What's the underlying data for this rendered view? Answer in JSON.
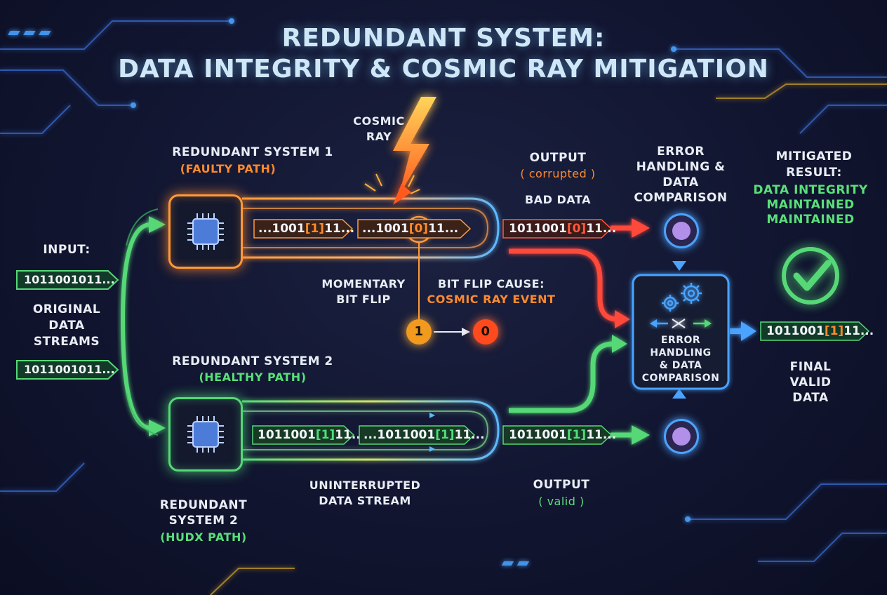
{
  "title": {
    "line1": "REDUNDANT SYSTEM:",
    "line2": "DATA INTEGRITY & COSMIC RAY MITIGATION"
  },
  "input": {
    "label": "INPUT:",
    "stream_top": "1011001011...",
    "streams_label_1": "ORIGINAL",
    "streams_label_2": "DATA",
    "streams_label_3": "STREAMS",
    "stream_bottom": "1011001011..."
  },
  "cosmic": {
    "line1": "COSMIC",
    "line2": "RAY"
  },
  "system1": {
    "title": "REDUNDANT SYSTEM 1",
    "subtitle": "(FAULTY PATH)",
    "stream_a_pre": "...1001",
    "stream_a_bit": "[1]",
    "stream_a_post": "11...",
    "stream_b_pre": "...1001",
    "stream_b_bit": "[0]",
    "stream_b_post": "11..."
  },
  "flip": {
    "momentary_1": "MOMENTARY",
    "momentary_2": "BIT FLIP",
    "cause_1": "BIT FLIP CAUSE:",
    "cause_2": "COSMIC RAY EVENT",
    "from": "1",
    "to": "0"
  },
  "output_bad": {
    "line1": "OUTPUT",
    "line2": "( corrupted )",
    "bad_label": "BAD DATA",
    "stream_pre": "1011001",
    "stream_bit": "[0]",
    "stream_post": "11..."
  },
  "error_top": {
    "line1": "ERROR",
    "line2": "HANDLING &",
    "line3": "DATA",
    "line4": "COMPARISON"
  },
  "error_box": {
    "line1": "ERROR",
    "line2": "HANDLING",
    "line3": "& DATA",
    "line4": "COMPARISON"
  },
  "mitigated": {
    "line1": "MITIGATED",
    "line2": "RESULT:",
    "line3": "DATA INTEGRITY",
    "line4": "MAINTAINED",
    "line5": "MAINTAINED"
  },
  "final": {
    "stream_pre": "1011001",
    "stream_bit": "[1]",
    "stream_post": "11...",
    "line1": "FINAL",
    "line2": "VALID",
    "line3": "DATA"
  },
  "system2": {
    "title": "REDUNDANT SYSTEM 2",
    "subtitle": "(HEALTHY PATH)",
    "stream_a_pre": "1011001",
    "stream_a_bit": "[1]",
    "stream_a_post": "11...",
    "stream_b_pre": "...1011001",
    "stream_b_bit": "[1]",
    "stream_b_post": "11...",
    "uninterrupted_1": "UNINTERRUPTED",
    "uninterrupted_2": "DATA STREAM"
  },
  "output_good": {
    "stream_pre": "1011001",
    "stream_bit": "[1]",
    "stream_post": "11...",
    "line1": "OUTPUT",
    "line2": "( valid )"
  },
  "bottom_left": {
    "line1": "REDUNDANT",
    "line2": "SYSTEM 2",
    "line3": "(HUDX PATH)"
  },
  "colors": {
    "faulty": "#ff8a2c",
    "error": "#ff4a3a",
    "healthy": "#56d877",
    "comparison": "#4aa3ff",
    "background": "#111530"
  },
  "icons": [
    "cpu-chip-icon",
    "lightning-bolt-icon",
    "gears-icon",
    "shuffle-arrows-icon",
    "check-mark-icon"
  ]
}
